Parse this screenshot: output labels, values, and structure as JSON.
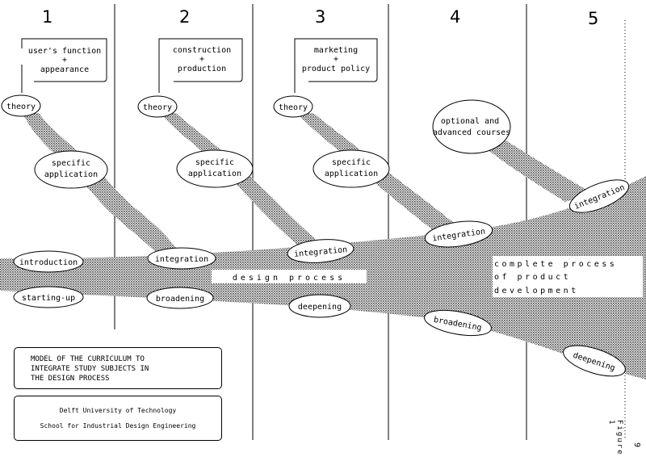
{
  "stages": [
    "1",
    "2",
    "3",
    "4",
    "5"
  ],
  "topic_boxes": [
    {
      "line1": "user's function",
      "line2": "+",
      "line3": "appearance"
    },
    {
      "line1": "construction",
      "line2": "+",
      "line3": "production"
    },
    {
      "line1": "marketing",
      "line2": "+",
      "line3": "product policy"
    }
  ],
  "nodes": {
    "theory": "theory",
    "specific1": "specific",
    "specific2": "application",
    "optional1": "optional and",
    "optional2": "advanced courses",
    "introduction": "introduction",
    "starting_up": "starting-up",
    "integration": "integration",
    "broadening": "broadening",
    "deepening": "deepening"
  },
  "design_process": "design process",
  "complete_process": [
    "complete process",
    "of product",
    "development"
  ],
  "title": [
    "MODEL OF THE CURRICULUM TO",
    "INTEGRATE STUDY SUBJECTS IN",
    "THE DESIGN PROCESS"
  ],
  "institution": [
    "Delft University of Technology",
    "School for Industrial Design Engineering"
  ],
  "figure_label": "Figure 1",
  "page_number": "9"
}
